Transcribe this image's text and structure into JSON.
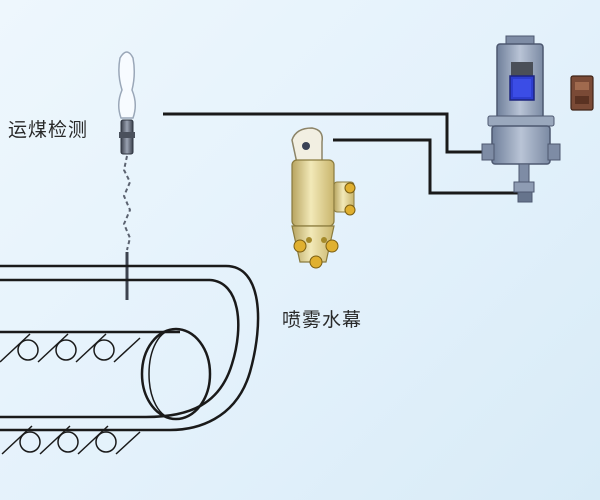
{
  "labels": {
    "coal_detection": "运煤检测",
    "spray_curtain": "喷雾水幕"
  },
  "components": {
    "sensor": "coal-detection-sensor",
    "nozzle": "spray-nozzle",
    "controller": "controller-box",
    "valve": "valve-box",
    "conveyor": "belt-conveyor"
  },
  "colors": {
    "background": "#e8f4fc",
    "lines": "#1a1a1a",
    "controller_body": "#8a9bb5",
    "screen": "#2d3dcf",
    "nozzle_body": "#d8c780",
    "nozzle_tip": "#e0b030",
    "valve": "#7a4a36"
  }
}
